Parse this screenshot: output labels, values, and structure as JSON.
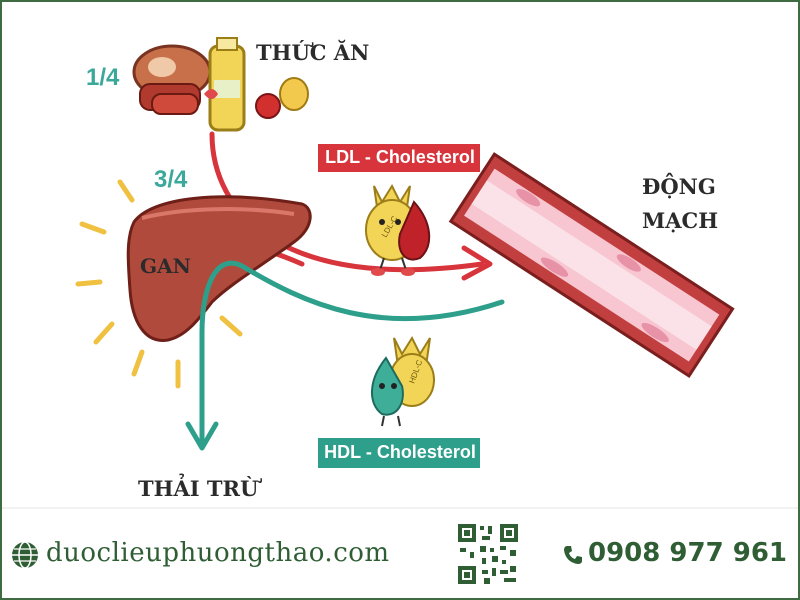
{
  "labels": {
    "food": "THỨC ĂN",
    "liver": "GAN",
    "artery_line1": "ĐỘNG",
    "artery_line2": "MẠCH",
    "excretion": "THẢI TRỪ"
  },
  "fractions": {
    "diet": "1/4",
    "liver": "3/4"
  },
  "tags": {
    "ldl": "LDL - Cholesterol",
    "hdl": "HDL - Cholesterol"
  },
  "droplets": {
    "ldl": "LDL-C",
    "hdl": "HDL-C"
  },
  "footer": {
    "website": "duoclieuphuongthao.com",
    "phone": "0908 977 961"
  },
  "colors": {
    "ldl": "#d7343c",
    "hdl": "#2e9f8a",
    "brand": "#2f5e35",
    "fraction": "#3aa89a"
  }
}
